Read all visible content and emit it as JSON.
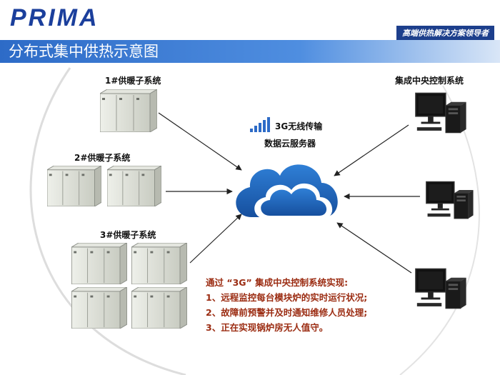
{
  "header": {
    "logo": "PRIMA",
    "tagline": "高端供热解决方案领导者",
    "title": "分布式集中供热示意图"
  },
  "diagram": {
    "unit1_label": "1#供暖子系统",
    "unit2_label": "2#供暖子系统",
    "unit3_label": "3#供暖子系统",
    "central_label": "集成中央控制系统",
    "transmission_label": "3G无线传输",
    "server_label": "数据云服务器"
  },
  "notes": {
    "intro": "通过 “3G” 集成中央控制系统实现:",
    "item1": "1、远程监控每台模块炉的实时运行状况;",
    "item2": "2、故障前预警并及时通知维修人员处理;",
    "item3": "3、正在实现锅炉房无人值守。"
  },
  "colors": {
    "brand": "#1b3f9c",
    "title_bar": "#2d6bc7",
    "cloud": "#1e5fb5",
    "note_text": "#9b2c12"
  }
}
